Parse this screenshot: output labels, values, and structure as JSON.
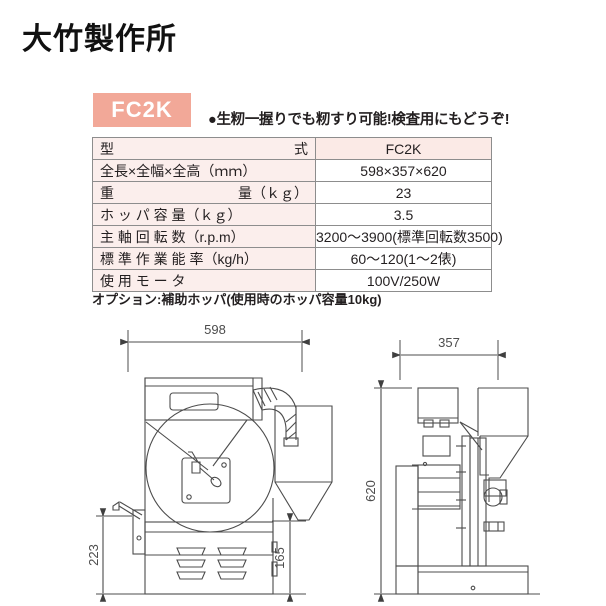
{
  "brand": {
    "logo_text": "大竹製作所"
  },
  "product": {
    "badge": "FC2K",
    "tagline": "●生籾一握りでも籾すり可能!検査用にもどうぞ!"
  },
  "spec_table": {
    "rows": [
      {
        "label_left": "型",
        "label_right": "式",
        "value": "FC2K",
        "is_header": true
      },
      {
        "label_left": "全長×全幅×全高（ｍｍ）",
        "label_right": "",
        "value": "598×357×620",
        "is_header": false
      },
      {
        "label_left": "重",
        "label_right": "量（ｋｇ）",
        "value": "23",
        "is_header": false
      },
      {
        "label_left": "ホ ッ パ 容 量（ｋｇ）",
        "label_right": "",
        "value": "3.5",
        "is_header": false
      },
      {
        "label_left": "主 軸 回 転 数（r.p.m）",
        "label_right": "",
        "value": "3200〜3900(標準回転数3500)",
        "is_header": false
      },
      {
        "label_left": "標 準 作 業 能 率（kg/h）",
        "label_right": "",
        "value": "60〜120(1〜2俵)",
        "is_header": false
      },
      {
        "label_left": "使 用 モ ー タ",
        "label_right": "",
        "value": "100V/250W",
        "is_header": false
      }
    ]
  },
  "option_note": "オプション:補助ホッパ(使用時のホッパ容量10kg)",
  "drawings": {
    "front_view": {
      "width_dimension": "598",
      "base_height_dimension": "223",
      "outlet_height_dimension": "165"
    },
    "side_view": {
      "width_dimension": "357",
      "height_dimension": "620"
    }
  },
  "colors": {
    "badge_background": "#f2a898",
    "table_label_background": "#fbeeec",
    "table_header_value_background": "#fbeae6",
    "line": "#4c4c4c",
    "text": "#231f20"
  }
}
